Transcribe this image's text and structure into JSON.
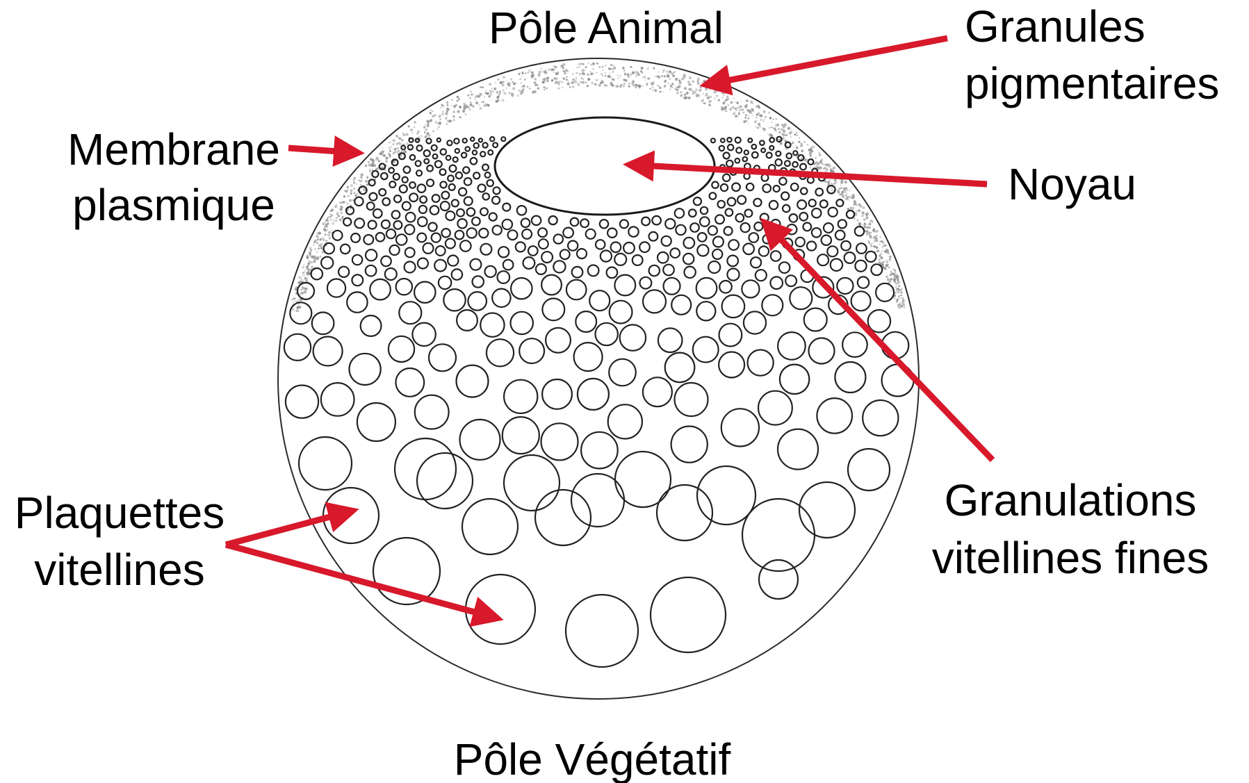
{
  "labels": {
    "pole_animal": "Pôle Animal",
    "pole_vegetatif": "Pôle Végétatif",
    "granules_line1": "Granules",
    "granules_line2": "pigmentaires",
    "membrane_line1": "Membrane",
    "membrane_line2": "plasmique",
    "noyau": "Noyau",
    "plaquettes_line1": "Plaquettes",
    "plaquettes_line2": "vitellines",
    "granulations_line1": "Granulations",
    "granulations_line2": "vitellines fines"
  },
  "colors": {
    "arrow": "#d7192b",
    "outline": "#222222",
    "pigment": "#8a8a8a"
  }
}
